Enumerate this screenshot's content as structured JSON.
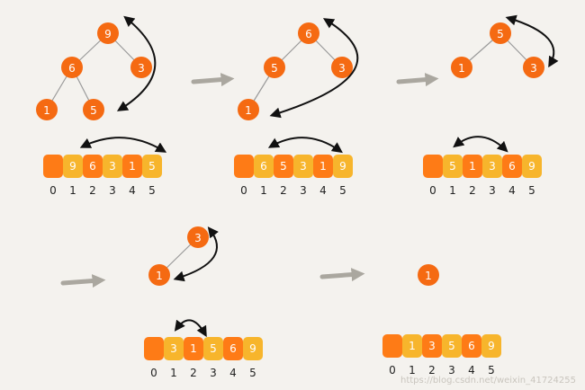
{
  "colors": {
    "background": "#f4f2ee",
    "node_orange": "#f56a12",
    "sorted_orange": "#fe7b16",
    "heap_yellow": "#f7b52c",
    "edge": "#9a9a9a",
    "arrow": "#111111",
    "step_arrow": "#aaa79f",
    "text_on_fill": "#ffffff",
    "index_text": "#222222"
  },
  "steps": [
    {
      "tree": {
        "nodes": [
          {
            "label": "9"
          },
          {
            "label": "6"
          },
          {
            "label": "3"
          },
          {
            "label": "1"
          },
          {
            "label": "5"
          }
        ],
        "edges": [
          [
            0,
            1
          ],
          [
            0,
            2
          ],
          [
            1,
            3
          ],
          [
            1,
            4
          ]
        ]
      },
      "array": {
        "cells": [
          {
            "label": "",
            "state": "empty"
          },
          {
            "label": "9",
            "state": "heap"
          },
          {
            "label": "6",
            "state": "sorted"
          },
          {
            "label": "3",
            "state": "heap"
          },
          {
            "label": "1",
            "state": "sorted"
          },
          {
            "label": "5",
            "state": "heap"
          }
        ],
        "indices": [
          "0",
          "1",
          "2",
          "3",
          "4",
          "5"
        ],
        "swap": [
          1,
          5
        ]
      }
    },
    {
      "tree": {
        "nodes": [
          {
            "label": "6"
          },
          {
            "label": "5"
          },
          {
            "label": "3"
          },
          {
            "label": "1"
          }
        ],
        "edges": [
          [
            0,
            1
          ],
          [
            0,
            2
          ],
          [
            1,
            3
          ]
        ]
      },
      "array": {
        "cells": [
          {
            "label": "",
            "state": "empty"
          },
          {
            "label": "6",
            "state": "heap"
          },
          {
            "label": "5",
            "state": "sorted"
          },
          {
            "label": "3",
            "state": "heap"
          },
          {
            "label": "1",
            "state": "sorted"
          },
          {
            "label": "9",
            "state": "heap"
          }
        ],
        "indices": [
          "0",
          "1",
          "2",
          "3",
          "4",
          "5"
        ],
        "swap": [
          1,
          4
        ]
      }
    },
    {
      "tree": {
        "nodes": [
          {
            "label": "5"
          },
          {
            "label": "1"
          },
          {
            "label": "3"
          }
        ],
        "edges": [
          [
            0,
            1
          ],
          [
            0,
            2
          ]
        ]
      },
      "array": {
        "cells": [
          {
            "label": "",
            "state": "empty"
          },
          {
            "label": "5",
            "state": "heap"
          },
          {
            "label": "1",
            "state": "sorted"
          },
          {
            "label": "3",
            "state": "heap"
          },
          {
            "label": "6",
            "state": "sorted"
          },
          {
            "label": "9",
            "state": "heap"
          }
        ],
        "indices": [
          "0",
          "1",
          "2",
          "3",
          "4",
          "5"
        ],
        "swap": [
          1,
          3
        ]
      }
    },
    {
      "tree": {
        "nodes": [
          {
            "label": "3"
          },
          {
            "label": "1"
          }
        ],
        "edges": [
          [
            0,
            1
          ]
        ]
      },
      "array": {
        "cells": [
          {
            "label": "",
            "state": "empty"
          },
          {
            "label": "3",
            "state": "heap"
          },
          {
            "label": "1",
            "state": "sorted"
          },
          {
            "label": "5",
            "state": "heap"
          },
          {
            "label": "6",
            "state": "sorted"
          },
          {
            "label": "9",
            "state": "heap"
          }
        ],
        "indices": [
          "0",
          "1",
          "2",
          "3",
          "4",
          "5"
        ],
        "swap": [
          1,
          2
        ]
      }
    },
    {
      "tree": {
        "nodes": [
          {
            "label": "1"
          }
        ],
        "edges": []
      },
      "array": {
        "cells": [
          {
            "label": "",
            "state": "empty"
          },
          {
            "label": "1",
            "state": "heap"
          },
          {
            "label": "3",
            "state": "sorted"
          },
          {
            "label": "5",
            "state": "heap"
          },
          {
            "label": "6",
            "state": "sorted"
          },
          {
            "label": "9",
            "state": "heap"
          }
        ],
        "indices": [
          "0",
          "1",
          "2",
          "3",
          "4",
          "5"
        ],
        "swap": null
      }
    }
  ],
  "watermark": "https://blog.csdn.net/weixin_41724255"
}
